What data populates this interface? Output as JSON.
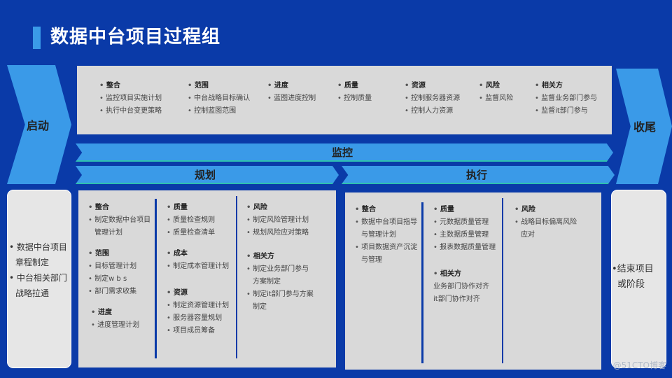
{
  "title": "数据中台项目过程组",
  "phases": {
    "start": "启动",
    "end": "收尾",
    "monitor": "监控",
    "plan": "规划",
    "execute": "执行"
  },
  "monitor_panel": [
    {
      "head": "整合",
      "items": [
        "监控项目实施计划",
        "执行中台变更策略"
      ]
    },
    {
      "head": "范围",
      "items": [
        "中台战略目标确认",
        "控制蓝图范围"
      ]
    },
    {
      "head": "进度",
      "items": [
        "蓝图进度控制"
      ]
    },
    {
      "head": "质量",
      "items": [
        "控制质量"
      ]
    },
    {
      "head": "资源",
      "items": [
        "控制服务器资源",
        "控制人力资源"
      ]
    },
    {
      "head": "风险",
      "items": [
        "监督风险"
      ]
    },
    {
      "head": "相关方",
      "items": [
        "监督业务部门参与",
        "监督it部门参与"
      ]
    }
  ],
  "start_panel": {
    "items": [
      {
        "line1": "数据中台项目",
        "line2": "章程制定"
      },
      {
        "line1": "中台相关部门",
        "line2": "战略拉通"
      }
    ]
  },
  "end_panel": {
    "items": [
      {
        "line1": "结束项目",
        "line2": "或阶段"
      }
    ]
  },
  "plan_panel": {
    "col1": [
      {
        "head": "整合",
        "items": [
          {
            "l1": "制定数据中台项目",
            "l2": "管理计划"
          }
        ]
      },
      {
        "head": "范围",
        "items": [
          "目标管理计划",
          "制定w b s",
          "部门需求收集"
        ]
      },
      {
        "head": "进度",
        "items": [
          "进度管理计划"
        ]
      }
    ],
    "col2": [
      {
        "head": "质量",
        "items": [
          "质量检查规则",
          "质量检查清单"
        ]
      },
      {
        "head": "成本",
        "items": [
          "制定成本管理计划"
        ]
      },
      {
        "head": "资源",
        "items": [
          "制定资源管理计划",
          "服务器容量规划",
          "项目成员筹备"
        ]
      }
    ],
    "col3": [
      {
        "head": "风险",
        "items": [
          "制定风险管理计划",
          "规划风险应对策略"
        ]
      },
      {
        "head": "相关方",
        "items": [
          {
            "l1": "制定业务部门参与",
            "l2": "方案制定"
          },
          {
            "l1": "制定it部门参与方案",
            "l2": "制定"
          }
        ]
      }
    ]
  },
  "exec_panel": {
    "col1": [
      {
        "head": "整合",
        "items": [
          {
            "l1": "数据中台项目指导",
            "l2": "与管理计划"
          },
          {
            "l1": "项目数据资产沉淀",
            "l2": "与管理"
          }
        ]
      }
    ],
    "col2": [
      {
        "head": "质量",
        "items": [
          "元数据质量管理",
          "主数据质量管理",
          "报表数据质量管理"
        ]
      },
      {
        "head": "相关方",
        "plain": [
          "业务部门协作对齐",
          "it部门协作对齐"
        ]
      }
    ],
    "col3": [
      {
        "head": "风险",
        "items": [
          {
            "l1": "战略目标偏离风险",
            "l2": "应对"
          }
        ]
      }
    ]
  },
  "watermark": "@51CTO博客",
  "colors": {
    "background": "#0a3aa8",
    "accent": "#3a9ae8",
    "panel": "#d9d9d9",
    "side_panel": "#e6e6e6",
    "band_edge": "#2fc0b0"
  }
}
